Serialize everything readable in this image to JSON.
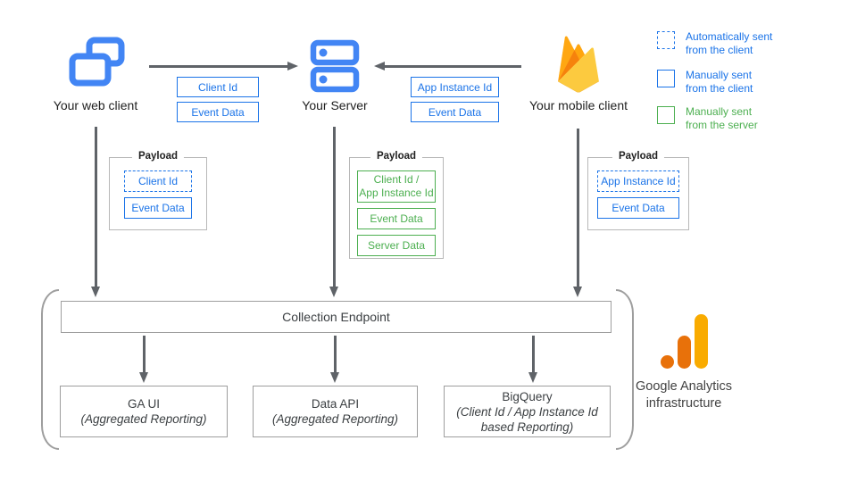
{
  "colors": {
    "blue": "#1a73e8",
    "icon_blue": "#4285f4",
    "green": "#4caf50",
    "arrow_gray": "#5f6368",
    "box_border": "#9e9e9e",
    "ga_orange": "#e8710a",
    "ga_amber": "#f9ab00"
  },
  "clients": {
    "web": {
      "label": "Your web client"
    },
    "server": {
      "label": "Your Server"
    },
    "mobile": {
      "label": "Your mobile client"
    }
  },
  "flow_tags": {
    "web_to_server": {
      "tag1": "Client Id",
      "tag2": "Event Data"
    },
    "mobile_to_server": {
      "tag1": "App Instance Id",
      "tag2": "Event Data"
    }
  },
  "legend": {
    "items": [
      {
        "line1": "Automatically sent",
        "line2": "from the client"
      },
      {
        "line1": "Manually sent",
        "line2": "from the client"
      },
      {
        "line1": "Manually sent",
        "line2": "from the server"
      }
    ]
  },
  "payloads": {
    "web": {
      "title": "Payload",
      "items": [
        {
          "line1": "Client Id"
        },
        {
          "line1": "Event Data"
        }
      ]
    },
    "server": {
      "title": "Payload",
      "items": [
        {
          "line1": "Client Id /",
          "line2": "App Instance Id"
        },
        {
          "line1": "Event Data"
        },
        {
          "line1": "Server Data"
        }
      ]
    },
    "mobile": {
      "title": "Payload",
      "items": [
        {
          "line1": "App Instance Id"
        },
        {
          "line1": "Event Data"
        }
      ]
    }
  },
  "infrastructure": {
    "collection_endpoint": "Collection Endpoint",
    "outputs": [
      {
        "title": "GA UI",
        "subtitle": "(Aggregated Reporting)"
      },
      {
        "title": "Data API",
        "subtitle": "(Aggregated Reporting)"
      },
      {
        "title": "BigQuery",
        "subtitle": "(Client Id / App Instance Id based Reporting)"
      }
    ],
    "brand": {
      "line1": "Google Analytics",
      "line2": "infrastructure"
    }
  }
}
